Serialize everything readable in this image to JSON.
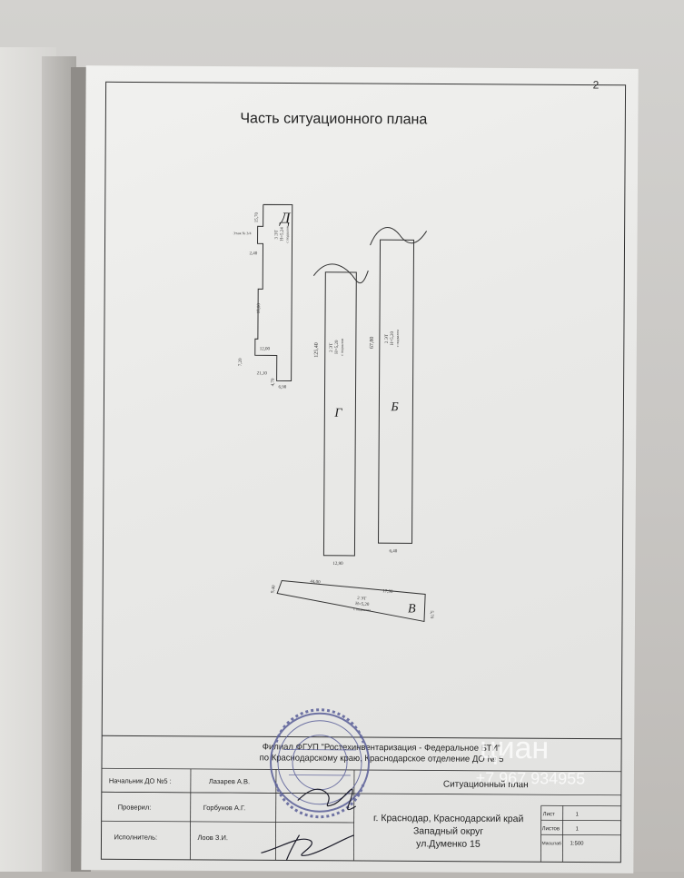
{
  "page_number": "2",
  "title": "Часть ситуационного плана",
  "buildings": {
    "D": {
      "letter": "Д",
      "dims": [
        "15,70",
        "2,40",
        "18,00",
        "12,00",
        "7,20",
        "21,10",
        "4,70",
        "6,90"
      ],
      "note": "Этаж № 3/4",
      "floors": "3 ЭТ",
      "height": "Н=5,24",
      "mark": "с подвалом"
    },
    "G": {
      "letter": "Г",
      "dims": [
        "125,40",
        "12,90"
      ],
      "floors": "2 ЭТ",
      "height": "Н=5,20",
      "mark": "с подвалом"
    },
    "B": {
      "letter": "Б",
      "dims": [
        "67,80",
        "6,40"
      ],
      "floors": "2 ЭТ",
      "height": "Н=5,20",
      "mark": "с подвалом"
    },
    "V": {
      "letter": "В",
      "dims": [
        "44,00",
        "17,90",
        "9,40",
        "5,70"
      ],
      "floors": "2 ЭТ",
      "height": "Н=5,20",
      "mark": "с подвалом"
    }
  },
  "org_line1": "Филиал ФГУП \"Ростехинвентаризация - Федеральное БТИ\"",
  "org_line2": "по Краснодарскому краю, Краснодарское отделение ДО № 5",
  "stamp": {
    "rows": [
      {
        "role": "Начальник ДО №5 :",
        "name": "Лазарев А.В."
      },
      {
        "role": "Проверил:",
        "name": "Горбунов А.Г."
      },
      {
        "role": "Исполнитель:",
        "name": "Лоов З.И."
      }
    ],
    "doc_type": "Ситуационный план",
    "address": [
      "г. Краснодар, Краснодарский край",
      "Западный округ",
      "ул.Думенко 15"
    ],
    "sheet_label": "Лист",
    "sheet_value": "1",
    "sheets_label": "Листов",
    "sheets_value": "1",
    "scale_label": "Масштаб",
    "scale_value": "1:500"
  },
  "watermark": {
    "brand": "циан",
    "phone": "+7 967 934955"
  },
  "colors": {
    "paper": "#ececea",
    "ink": "#2a2a2e",
    "seal": "#5a5f98",
    "watermark": "#ffffff"
  }
}
